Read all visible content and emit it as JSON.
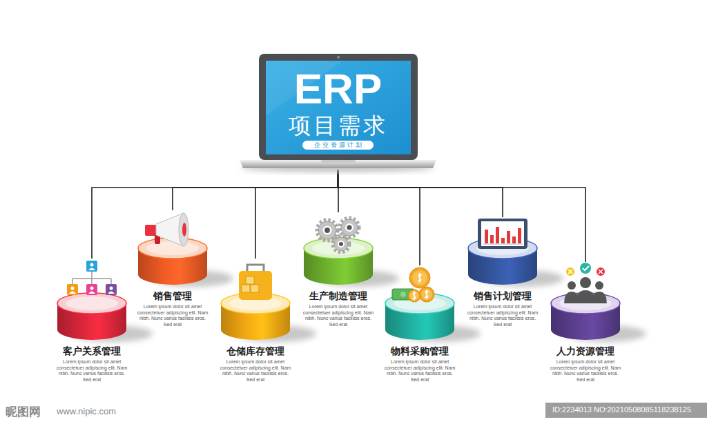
{
  "diagram": {
    "nodes": [
      {
        "text": [
          "ERP",
          "项目需求",
          "企业资源计划"
        ]
      },
      {
        "text": [
          "客户关系管理",
          "Lorem ipsum dolor sit amet consectetuer adipiscing elit. Nam nibh. Nunc varius facilisis eros. Sed erat"
        ]
      },
      {
        "text": [
          "销售管理",
          "Lorem ipsum dolor sit amet consectetuer adipiscing elit. Nam nibh. Nunc varius facilisis eros. Sed erat"
        ]
      },
      {
        "text": [
          "仓储库存管理",
          "Lorem ipsum dolor sit amet consectetuer adipiscing elit. Nam nibh. Nunc varius facilisis eros. Sed erat"
        ]
      },
      {
        "text": [
          "生产制造管理",
          "Lorem ipsum dolor sit amet consectetuer adipiscing elit. Nam nibh. Nunc varius facilisis eros. Sed erat"
        ]
      },
      {
        "text": [
          "物料采购管理",
          "Lorem ipsum dolor sit amet consectetuer adipiscing elit. Nam nibh. Nunc varius facilisis eros. Sed erat"
        ]
      },
      {
        "text": [
          "销售计划管理",
          "Lorem ipsum dolor sit amet consectetuer adipiscing elit. Nam nibh. Nunc varius facilisis eros. Sed erat"
        ]
      },
      {
        "text": [
          "人力资源管理",
          "Lorem ipsum dolor sit amet consectetuer adipiscing elit. Nam nibh. Nunc varius facilisis eros. Sed erat"
        ]
      }
    ],
    "edges": [
      {
        "from": 0,
        "to": 1,
        "arrow": "none"
      },
      {
        "from": 0,
        "to": 2,
        "arrow": "none"
      },
      {
        "from": 0,
        "to": 3,
        "arrow": "none"
      },
      {
        "from": 0,
        "to": 4,
        "arrow": "none"
      },
      {
        "from": 0,
        "to": 5,
        "arrow": "none"
      },
      {
        "from": 0,
        "to": 6,
        "arrow": "none"
      },
      {
        "from": 0,
        "to": 7,
        "arrow": "none"
      }
    ],
    "labels": [
      "昵图网",
      "www.nipic.com",
      "ID:2234013 NO:20210508085118238125"
    ]
  }
}
